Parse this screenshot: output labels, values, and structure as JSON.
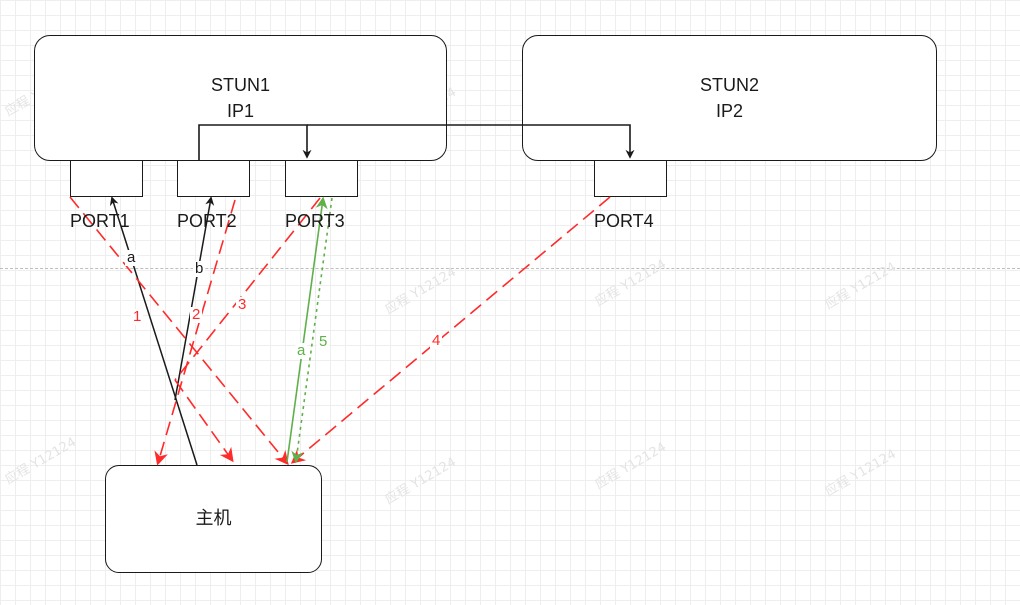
{
  "stun1": {
    "name": "STUN1",
    "ip": "IP1"
  },
  "stun2": {
    "name": "STUN2",
    "ip": "IP2"
  },
  "ports": {
    "p1": "PORT1",
    "p2": "PORT2",
    "p3": "PORT3",
    "p4": "PORT4"
  },
  "host": {
    "label": "主机"
  },
  "edges": {
    "red1": "1",
    "red2": "2",
    "red3": "3",
    "red4": "4",
    "black_a": "a",
    "black_b": "b",
    "green_a": "a",
    "green5": "5"
  },
  "colors": {
    "red": "#ff2a2a",
    "green": "#5fb04a",
    "black": "#1a1a1a"
  },
  "watermark": "应程 Y12124"
}
